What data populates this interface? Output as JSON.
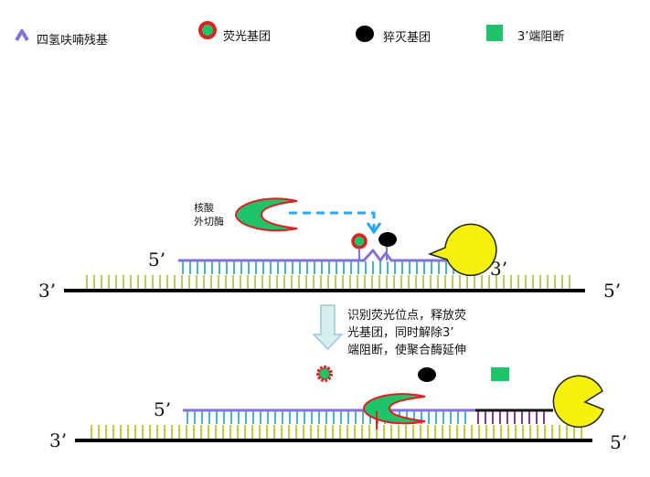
{
  "legend": {
    "thf": "四氢呋喃残基",
    "fluor": "荧光基团",
    "quencher": "猝灭基团",
    "block": "3’端阻断"
  },
  "labels": {
    "exo_line1": "核酸",
    "exo_line2": "外切酶",
    "five_prime": "5’",
    "three_prime": "3’",
    "step_line1": "识别荧光位点，释放荧",
    "step_line2": "光基团，同时解除3’",
    "step_line3": "端阻断，使聚合酶延伸"
  },
  "colors": {
    "probe": "#7f73d9",
    "probe_ticks": "#4db0d8",
    "template_ticks": "#b5d13c",
    "extension_ticks": "#7d3fa0",
    "fluor_ring": "#e02020",
    "fluor_core": "#1ec36a",
    "quencher": "#000000",
    "block": "#1ec36a",
    "polymerase": "#f5f10a",
    "exo_body": "#1ec36a",
    "exo_edge": "#e02020",
    "arrow_dash": "#28a8f0",
    "down_arrow": "#d6eef1"
  }
}
